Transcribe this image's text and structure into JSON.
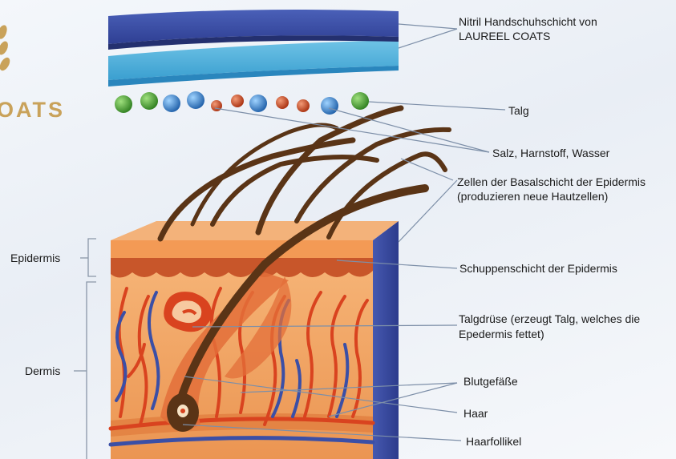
{
  "brand": {
    "logo_text": "OATS",
    "colors": {
      "gold": "#c9a25a"
    }
  },
  "labels": {
    "glove_layer_line1": "Nitril Handschuhschicht von",
    "glove_layer_line2": "LAUREEL COATS",
    "talg": "Talg",
    "salz": "Salz, Harnstoff, Wasser",
    "basal_line1": "Zellen der Basalschicht der Epidermis",
    "basal_line2": "(produzieren neue Hautzellen)",
    "schuppen": "Schuppenschicht der Epidermis",
    "talgdruese_line1": "Talgdrüse (erzeugt Talg, welches die",
    "talgdruese_line2": "Epedermis fettet)",
    "blutgefaesse": "Blutgefäße",
    "haar": "Haar",
    "haarfollikel": "Haarfollikel",
    "epidermis": "Epidermis",
    "dermis": "Dermis"
  },
  "colors": {
    "glove_blue": "#3a4fa8",
    "glove_light_blue": "#59b3dc",
    "skin_orange": "#f0a25e",
    "skin_dark": "#c8562a",
    "vessel_red": "#d9431f",
    "vessel_blue": "#3b4fa6",
    "hair_brown": "#5a3416",
    "bead_green": "#3f9a2e",
    "bead_blue": "#2f7fc4",
    "bead_red": "#c2401e"
  }
}
